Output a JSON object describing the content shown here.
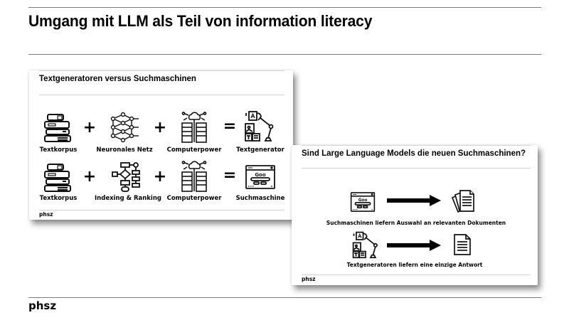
{
  "slide": {
    "title": "Umgang mit LLM als Teil von information literacy",
    "footer_logo": "phsz"
  },
  "card_left": {
    "title": "Textgeneratoren versus Suchmaschinen",
    "footer": "phsz",
    "row1": {
      "items": [
        {
          "label": "Textkorpus",
          "icon": "books-icon"
        },
        {
          "label": "Neuronales Netz",
          "icon": "neural-network-icon"
        },
        {
          "label": "Computerpower",
          "icon": "server-cloud-icon"
        },
        {
          "label": "Textgenerator",
          "icon": "robot-arm-icon"
        }
      ],
      "operators": [
        "+",
        "+",
        "="
      ]
    },
    "row2": {
      "items": [
        {
          "label": "Textkorpus",
          "icon": "books-icon"
        },
        {
          "label": "Indexing & Ranking",
          "icon": "flowchart-icon"
        },
        {
          "label": "Computerpower",
          "icon": "server-cloud-icon"
        },
        {
          "label": "Suchmaschine",
          "icon": "search-engine-icon"
        }
      ],
      "operators": [
        "+",
        "+",
        "="
      ]
    }
  },
  "card_right": {
    "title": "Sind Large Language Models die neuen Suchmaschinen?",
    "footer": "phsz",
    "row1": {
      "from_icon": "search-engine-icon",
      "to_icon": "documents-icon",
      "caption": "Suchmaschinen liefern Auswahl an relevanten Dokumenten"
    },
    "row2": {
      "from_icon": "robot-arm-icon",
      "to_icon": "document-icon",
      "caption": "Textgeneratoren liefern eine einzige Antwort"
    }
  }
}
